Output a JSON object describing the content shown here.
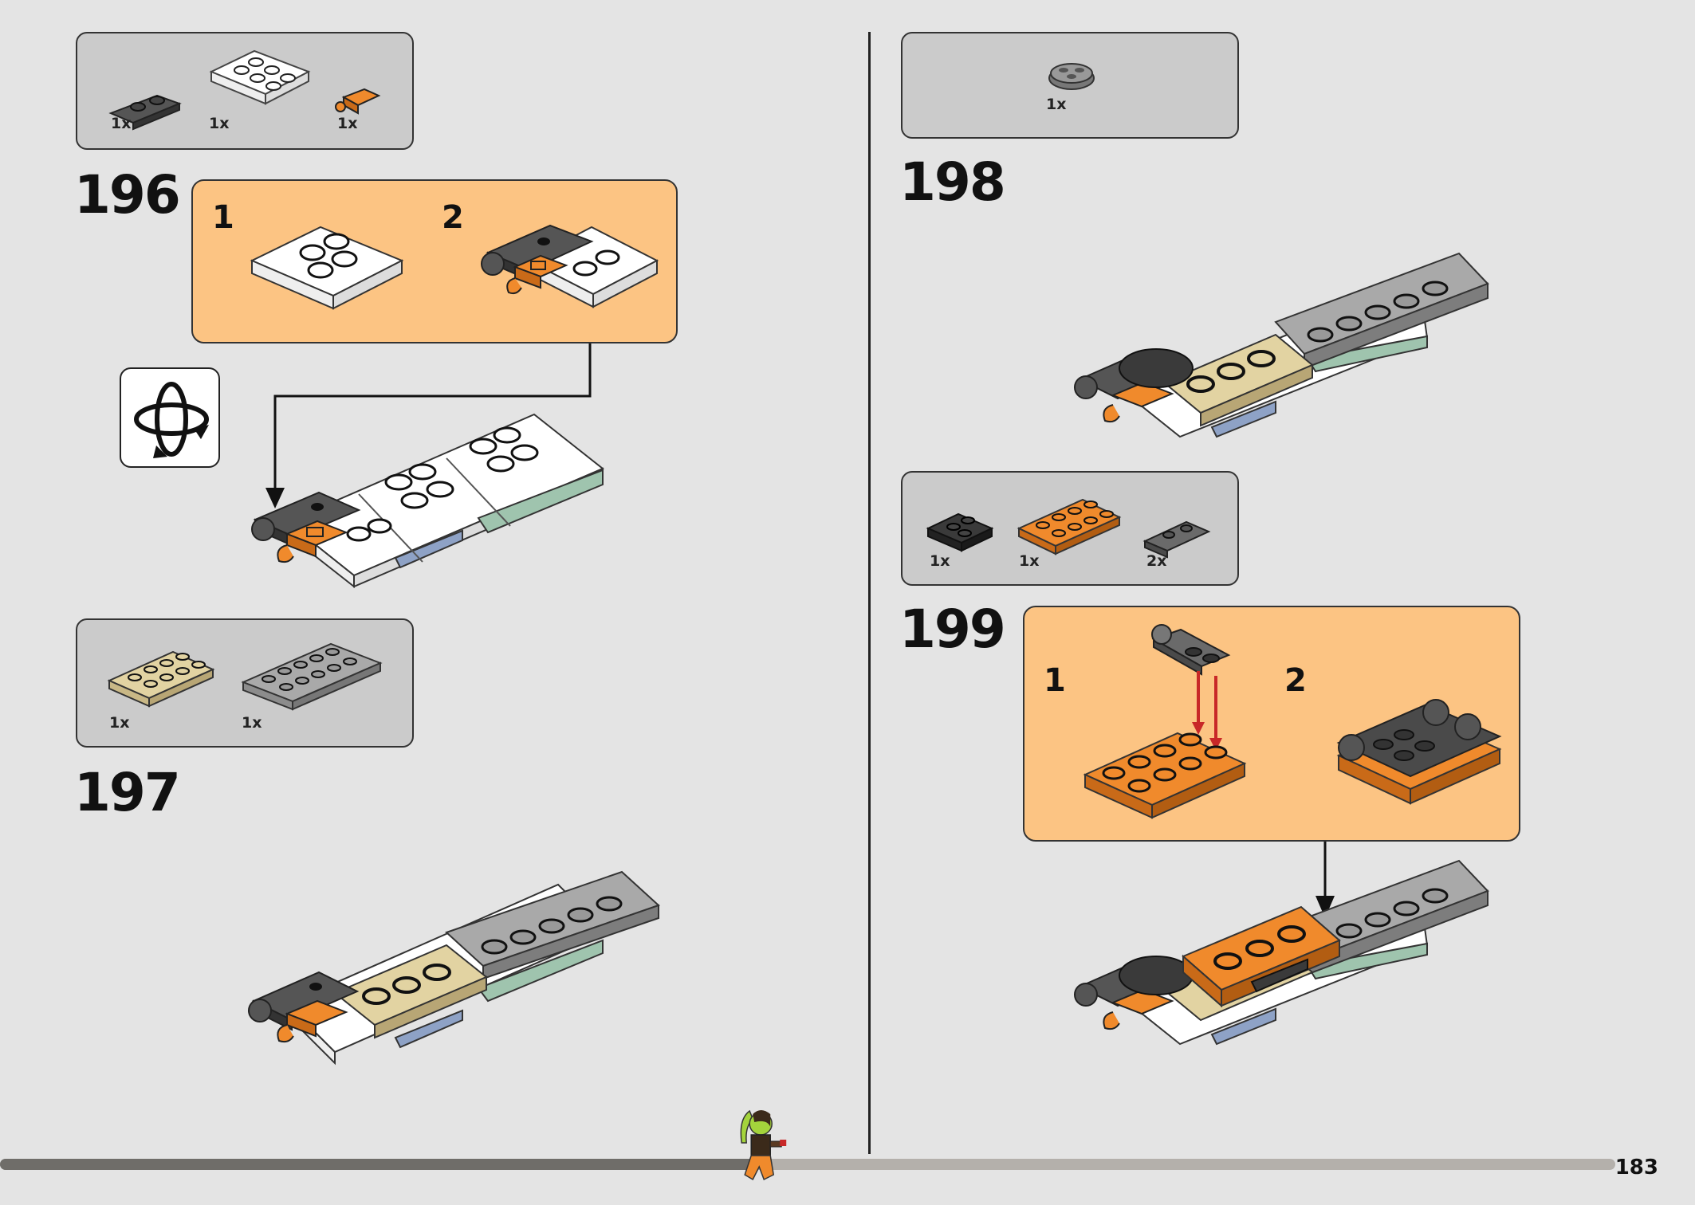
{
  "page": {
    "number": "183"
  },
  "steps": [
    {
      "number": "196",
      "parts": [
        "1x",
        "1x",
        "1x"
      ],
      "substeps": [
        "1",
        "2"
      ]
    },
    {
      "number": "197",
      "parts": [
        "1x",
        "1x"
      ]
    },
    {
      "number": "198",
      "parts": [
        "1x"
      ]
    },
    {
      "number": "199",
      "parts": [
        "1x",
        "1x",
        "2x"
      ],
      "substeps": [
        "1",
        "2"
      ]
    }
  ],
  "icons": [
    "rotate-model-icon",
    "minifigure-progress-icon"
  ],
  "colors": {
    "page": "#e4e4e4",
    "parts_box": "#cbcbcb",
    "callout": "#fcc483",
    "orange": "#f08a2c",
    "tan": "#e2d3a2",
    "dark_gray": "#5a5a5a",
    "light_gray": "#a9a9a9"
  },
  "progress": {
    "fraction": 0.47
  }
}
